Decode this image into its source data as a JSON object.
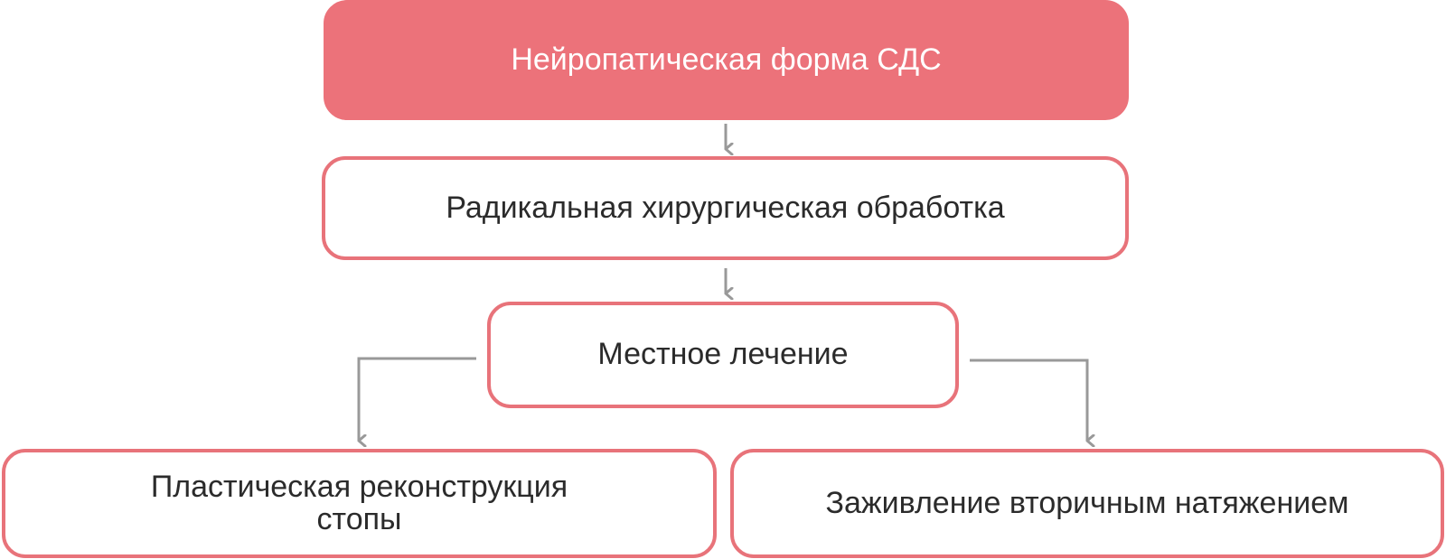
{
  "diagram": {
    "nodes": {
      "neuropathic_form": "Нейропатическая форма СДС",
      "radical_debridement": "Радикальная хирургическая обработка",
      "local_treatment": "Местное лечение",
      "plastic_reconstruction": "Пластическая реконструкция стопы",
      "secondary_healing": "Заживление вторичным натяжением"
    },
    "edges": [
      [
        "neuropathic_form",
        "radical_debridement"
      ],
      [
        "radical_debridement",
        "local_treatment"
      ],
      [
        "local_treatment",
        "plastic_reconstruction"
      ],
      [
        "local_treatment",
        "secondary_healing"
      ]
    ],
    "colors": {
      "accent": "#ec727a",
      "border": "#e8737a",
      "arrow": "#999999",
      "text": "#2b2b2b"
    }
  }
}
